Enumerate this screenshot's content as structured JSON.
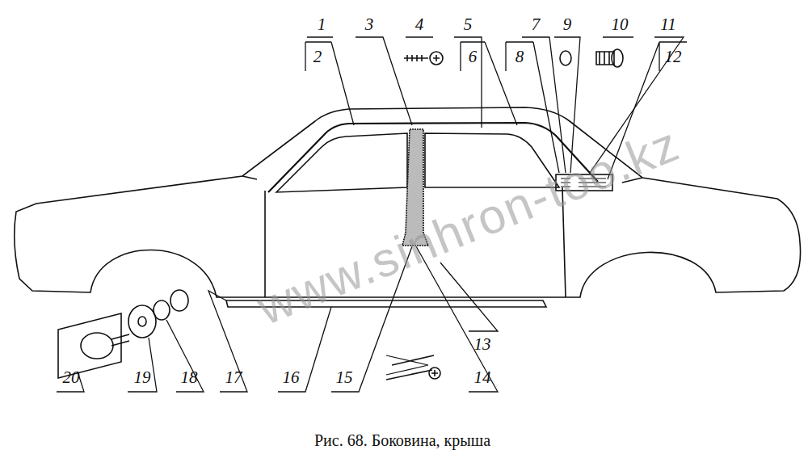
{
  "diagram": {
    "caption": "Рис. 68. Боковина, крыша",
    "labels": [
      "1",
      "2",
      "3",
      "4",
      "5",
      "6",
      "7",
      "8",
      "9",
      "10",
      "11",
      "12",
      "13",
      "14",
      "15",
      "16",
      "17",
      "18",
      "19",
      "20",
      "www.sinhron-too.kz"
    ]
  }
}
